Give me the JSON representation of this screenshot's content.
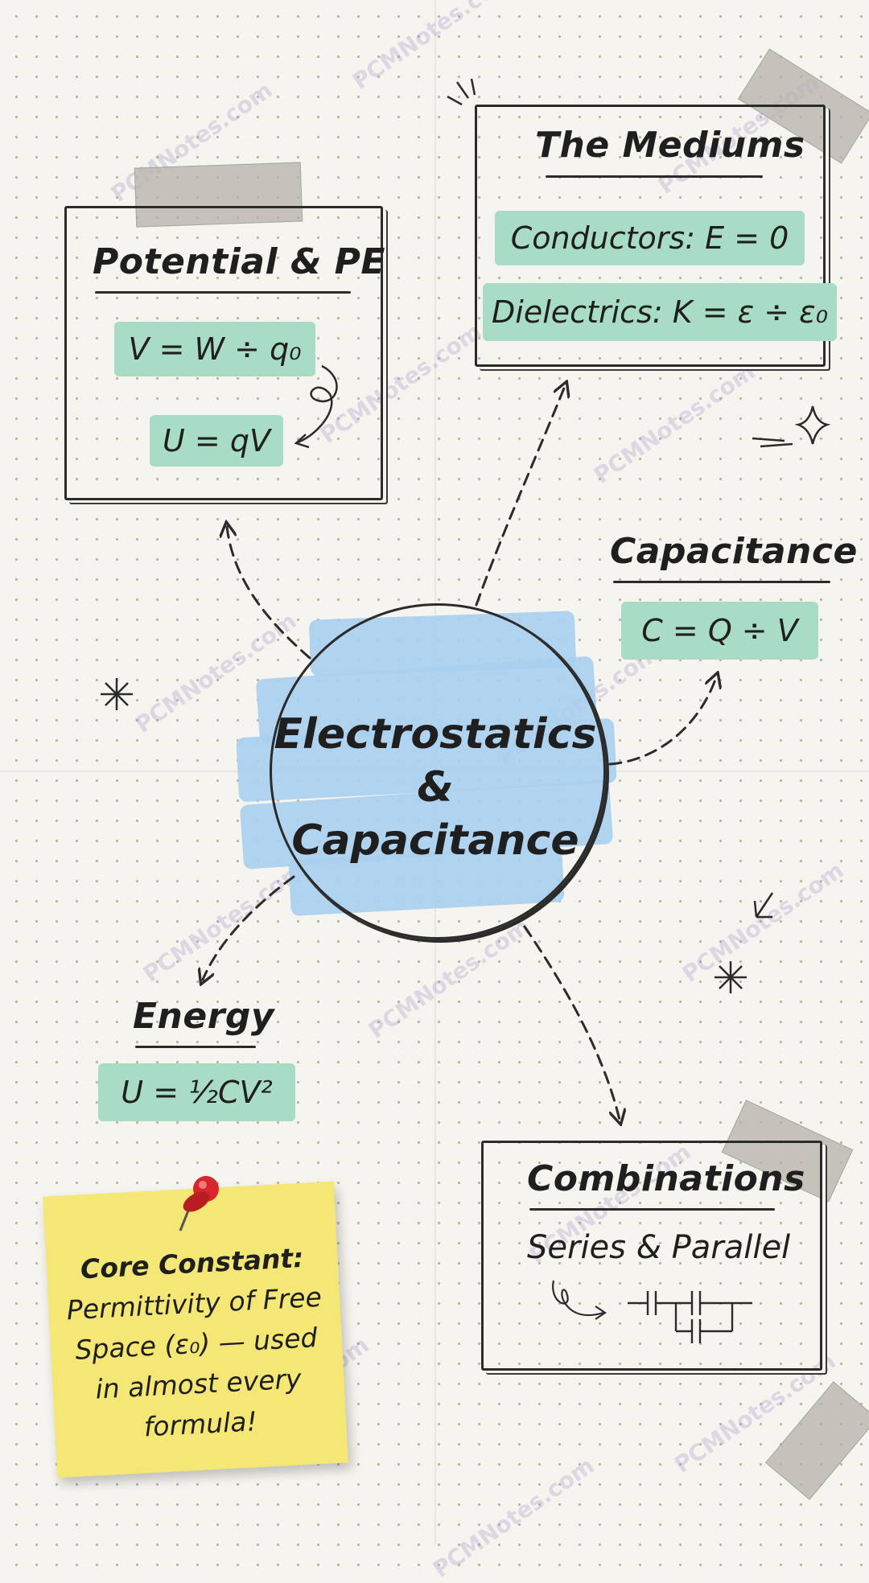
{
  "center": {
    "line1": "Electrostatics",
    "line2": "& Capacitance"
  },
  "potential": {
    "title": "Potential & PE",
    "formula1": "V = W ÷ q₀",
    "formula2": "U = qV"
  },
  "mediums": {
    "title": "The Mediums",
    "conductors": "Conductors: E = 0",
    "dielectrics": "Dielectrics: K = ε ÷ ε₀"
  },
  "capacitance": {
    "title": "Capacitance",
    "formula": "C = Q ÷ V"
  },
  "energy": {
    "title": "Energy",
    "formula": "U = ½CV²"
  },
  "combinations": {
    "title": "Combinations",
    "subtitle": "Series & Parallel"
  },
  "sticky": {
    "title": "Core Constant:",
    "body": "Permittivity of Free Space (ε₀) — used in almost every formula!"
  },
  "watermark": "PCMNotes.com",
  "colors": {
    "highlight_green": "#a9dcc4",
    "highlight_blue": "#a8cfee",
    "sticky_yellow": "#f4e776",
    "pin_red": "#d7262c"
  },
  "icons": [
    "pushpin-icon",
    "sparkle-icon",
    "star-icon",
    "curly-arrow-icon",
    "capacitor-circuit-icon"
  ]
}
